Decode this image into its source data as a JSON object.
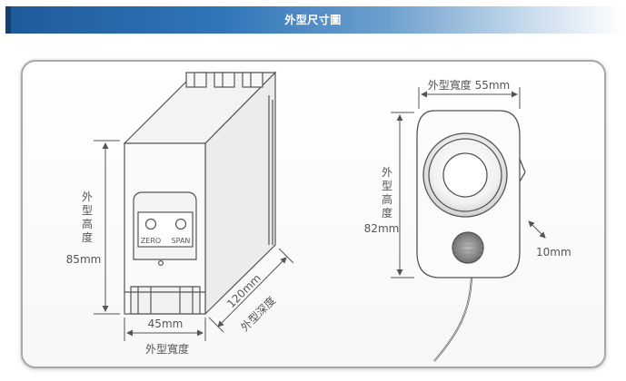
{
  "header": {
    "title": "外型尺寸圖"
  },
  "left_device": {
    "button1_label": "ZERO",
    "button2_label": "SPAN",
    "height_label_chars": [
      "外",
      "型",
      "高",
      "度"
    ],
    "height_value": "85mm",
    "width_value": "45mm",
    "width_label": "外型寬度",
    "depth_value": "120mm",
    "depth_label": "外型深度"
  },
  "right_sensor": {
    "width_label": "外型寬度 55mm",
    "height_label_chars": [
      "外",
      "型",
      "高",
      "度"
    ],
    "height_value": "82mm",
    "thickness_value": "10mm"
  },
  "colors": {
    "header_dark": "#1f5a9a",
    "line": "#555555",
    "panel_border": "#a8a8a8"
  }
}
